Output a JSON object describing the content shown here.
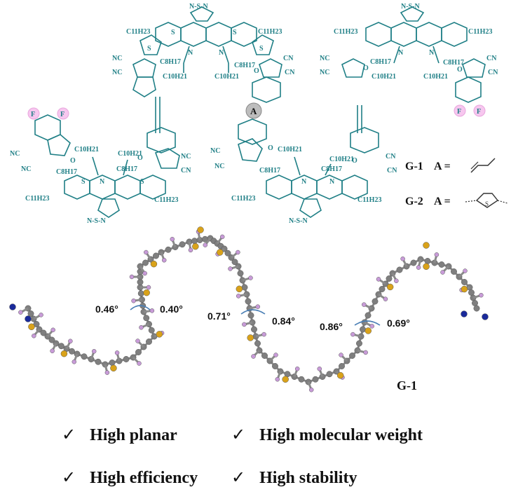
{
  "structure": {
    "labels": {
      "c11h23": "C11H23",
      "c10h21": "C10H21",
      "c8h17": "C8H17",
      "nc": "NC",
      "cn": "CN",
      "o": "O",
      "s": "S",
      "n": "N",
      "f": "F",
      "bt": "N-S-N",
      "a_node": "A"
    },
    "legend": {
      "g1_label": "G-1",
      "g2_label": "G-2",
      "a_eq": "A ="
    }
  },
  "model3d": {
    "angles": [
      "0.46°",
      "0.40°",
      "0.71°",
      "0.84°",
      "0.86°",
      "0.69°"
    ],
    "model_label": "G-1",
    "colors": {
      "carbon": "#7f7f7f",
      "hydrogen": "#c89bd8",
      "sulfur": "#d9a21a",
      "nitrogen": "#1a2a9a",
      "bond_arrow": "#4a7fb5"
    }
  },
  "features": [
    "High planar",
    "High molecular weight",
    "High efficiency",
    "High stability"
  ],
  "colors": {
    "structure": "#1f7f86",
    "fluorine_highlight": "#f7c7ef",
    "text": "#111111"
  }
}
